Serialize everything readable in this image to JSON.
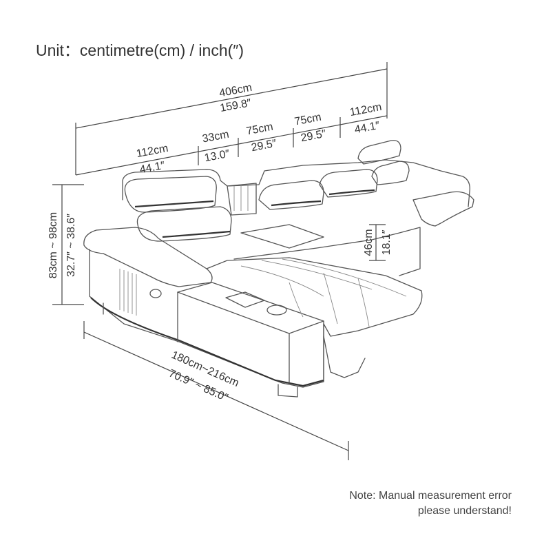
{
  "header": {
    "unit_label": "Unit：centimetre(cm) / inch(″)"
  },
  "dimensions": {
    "overall_width": {
      "cm": "406cm",
      "inch": "159.8″"
    },
    "segment_left": {
      "cm": "112cm",
      "inch": "44.1″"
    },
    "segment_console": {
      "cm": "33cm",
      "inch": "13.0″"
    },
    "segment_mid1": {
      "cm": "75cm",
      "inch": "29.5″"
    },
    "segment_mid2": {
      "cm": "75cm",
      "inch": "29.5″"
    },
    "segment_right": {
      "cm": "112cm",
      "inch": "44.1″"
    },
    "height": {
      "cm": "83cm ~ 98cm",
      "inch": "32.7″ ~ 38.6″"
    },
    "seat_height": {
      "cm": "46cm",
      "inch": "18.1″"
    },
    "chaise_depth": {
      "cm": "180cm~216cm",
      "inch": "70.9″ ~ 85.0″"
    }
  },
  "note": {
    "line1": "Note: Manual measurement error",
    "line2": "please understand!"
  }
}
